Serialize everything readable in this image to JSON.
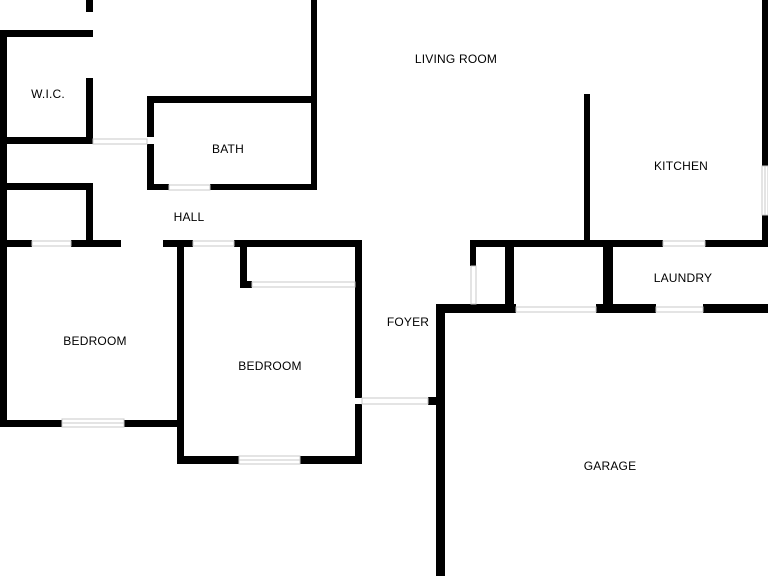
{
  "colors": {
    "background": "#ffffff",
    "wall": "#000000",
    "opening": "#ffffff",
    "opening_edge": "#c8c8c8",
    "text": "#000000"
  },
  "rooms": {
    "wic": "W.I.C.",
    "bath": "BATH",
    "hall": "HALL",
    "living_room": "LIVING ROOM",
    "kitchen": "KITCHEN",
    "laundry": "LAUNDRY",
    "foyer": "FOYER",
    "bedroom_left": "BEDROOM",
    "bedroom_center": "BEDROOM",
    "garage": "GARAGE"
  }
}
